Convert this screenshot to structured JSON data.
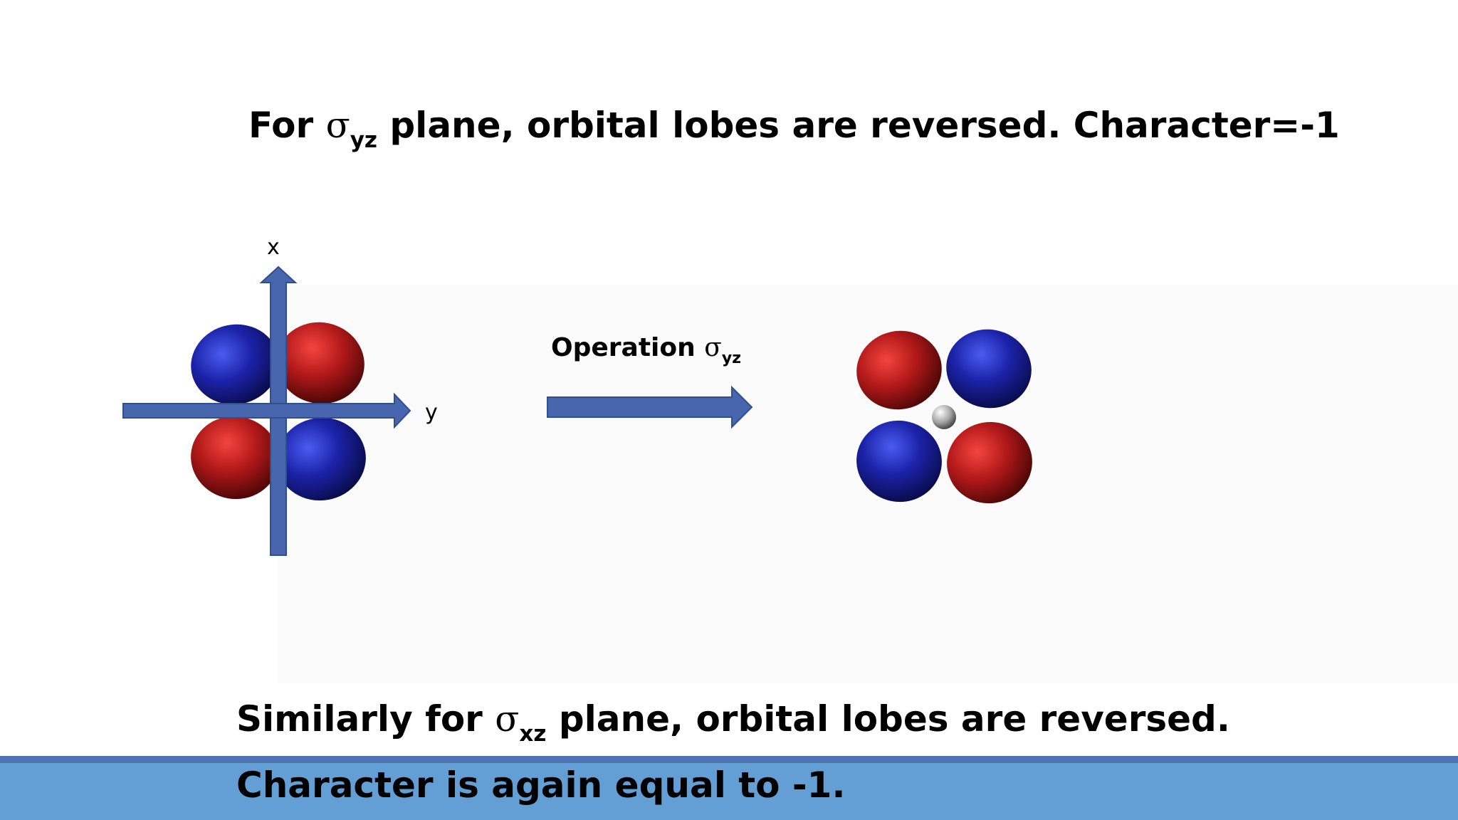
{
  "title": {
    "prefix": "For",
    "symbol": "σ",
    "subscript": "yz",
    "suffix": "plane, orbital lobes are reversed. Character=-1"
  },
  "diagram": {
    "axis_x_label": "x",
    "axis_y_label": "y",
    "operation": {
      "label": "Operation",
      "symbol": "σ",
      "subscript": "yz"
    },
    "colors": {
      "red_lobe": "#b3191a",
      "blue_lobe": "#1c22a8",
      "axis": "#4766ad",
      "nucleus": "#a6a6a6"
    }
  },
  "bottom_text": {
    "prefix": "Similarly for",
    "symbol": "σ",
    "subscript": "xz",
    "suffix": "plane, orbital lobes are reversed. Character is again equal to -1."
  },
  "theme": {
    "band_color": "#639ed4",
    "band_top_color": "#4f71b6"
  }
}
